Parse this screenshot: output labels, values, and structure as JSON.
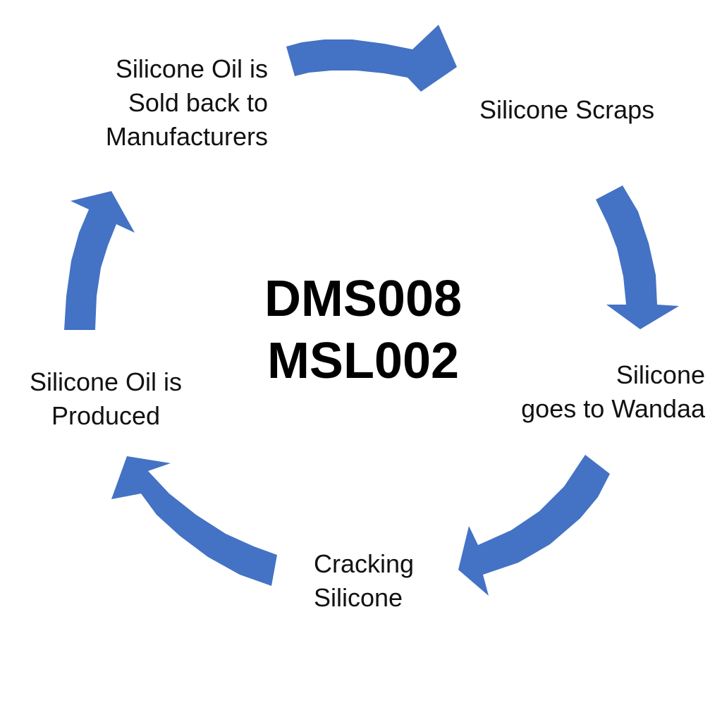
{
  "diagram": {
    "accent_color": "#4472C4",
    "center_code": [
      "DMS008",
      "MSL002"
    ],
    "steps": [
      {
        "lines": [
          "Silicone Oil is",
          "Sold back to",
          "Manufacturers"
        ]
      },
      {
        "lines": [
          "Silicone Scraps"
        ]
      },
      {
        "lines": [
          "Silicone",
          "goes to Wandaa"
        ]
      },
      {
        "lines": [
          "Cracking",
          "Silicone"
        ]
      },
      {
        "lines": [
          "Silicone Oil is",
          "Produced"
        ]
      }
    ]
  }
}
